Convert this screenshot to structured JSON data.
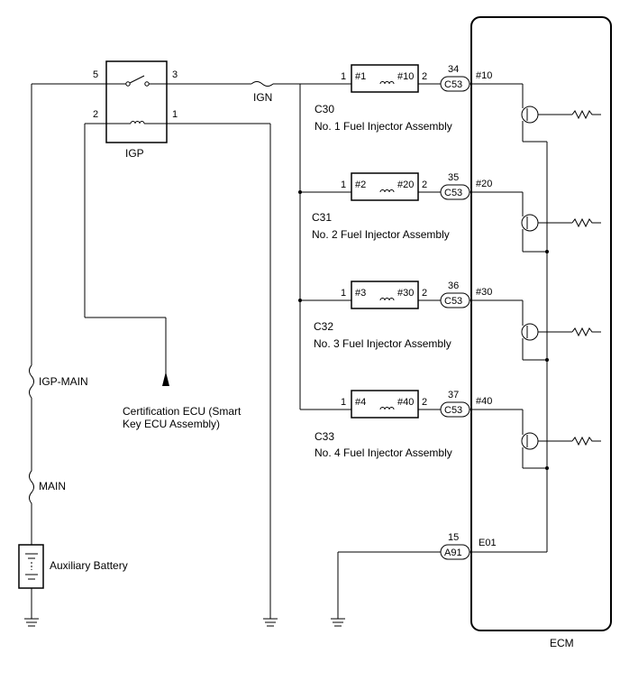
{
  "igp": {
    "name": "IGP",
    "pins": {
      "p5": "5",
      "p3": "3",
      "p2": "2",
      "p1": "1"
    }
  },
  "fuses": {
    "ign": "IGN",
    "igp_main": "IGP-MAIN",
    "main": "MAIN"
  },
  "battery": "Auxiliary Battery",
  "cert_ecu": {
    "line1": "Certification ECU (Smart",
    "line2": "Key ECU Assembly)"
  },
  "ecm": "ECM",
  "injectors": [
    {
      "conn": "C30",
      "name": "No. 1 Fuel Injector Assembly",
      "left_pin": "1",
      "right_pin": "2",
      "inner_left": "#1",
      "inner_right": "#10",
      "ecm_pin": "34",
      "ecm_conn": "C53",
      "signal": "#10"
    },
    {
      "conn": "C31",
      "name": "No. 2 Fuel Injector Assembly",
      "left_pin": "1",
      "right_pin": "2",
      "inner_left": "#2",
      "inner_right": "#20",
      "ecm_pin": "35",
      "ecm_conn": "C53",
      "signal": "#20"
    },
    {
      "conn": "C32",
      "name": "No. 3 Fuel Injector Assembly",
      "left_pin": "1",
      "right_pin": "2",
      "inner_left": "#3",
      "inner_right": "#30",
      "ecm_pin": "36",
      "ecm_conn": "C53",
      "signal": "#30"
    },
    {
      "conn": "C33",
      "name": "No. 4 Fuel Injector Assembly",
      "left_pin": "1",
      "right_pin": "2",
      "inner_left": "#4",
      "inner_right": "#40",
      "ecm_pin": "37",
      "ecm_conn": "C53",
      "signal": "#40"
    }
  ],
  "ground": {
    "pin": "15",
    "conn": "A91",
    "signal": "E01"
  }
}
